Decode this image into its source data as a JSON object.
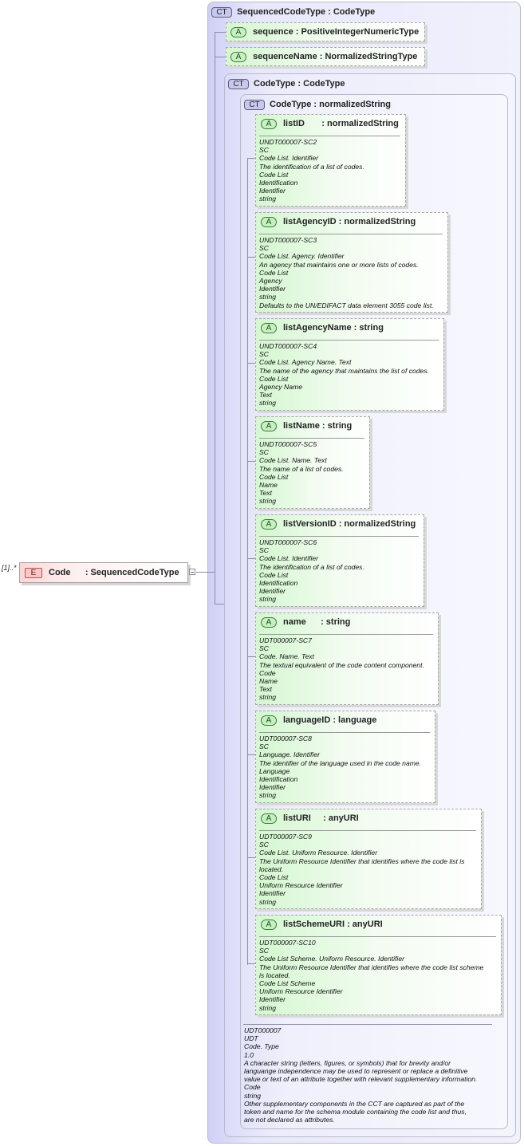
{
  "element": {
    "badge": "E",
    "name": "Code",
    "type": "SequencedCodeType",
    "label": "Code      : SequencedCodeType",
    "occurrence": "[1]..*"
  },
  "sequenced_code_type": {
    "badge": "CT",
    "title": "SequencedCodeType : CodeType",
    "attributes": [
      {
        "badge": "A",
        "label": "sequence : PositiveIntegerNumericType"
      },
      {
        "badge": "A",
        "label": "sequenceName : NormalizedStringType"
      }
    ]
  },
  "code_type_outer": {
    "badge": "CT",
    "title": "CodeType : CodeType"
  },
  "code_type_inner": {
    "badge": "CT",
    "title": "CodeType : normalizedString",
    "attributes": [
      {
        "badge": "A",
        "label": "listID       : normalizedString",
        "doc": [
          "UNDT000007-SC2",
          "SC",
          "Code List. Identifier",
          "The identification of a list of codes.",
          "Code List",
          "Identification",
          "Identifier",
          "string"
        ]
      },
      {
        "badge": "A",
        "label": "listAgencyID : normalizedString",
        "doc": [
          "UNDT000007-SC3",
          "SC",
          "Code List. Agency. Identifier",
          "An agency that maintains one or more lists of codes.",
          "Code List",
          "Agency",
          "Identifier",
          "string",
          "Defaults to the UN/EDIFACT data element 3055 code list."
        ]
      },
      {
        "badge": "A",
        "label": "listAgencyName : string",
        "doc": [
          "UNDT000007-SC4",
          "SC",
          "Code List. Agency Name. Text",
          "The name of the agency that maintains the list of codes.",
          "Code List",
          "Agency Name",
          "Text",
          "string"
        ]
      },
      {
        "badge": "A",
        "label": "listName : string",
        "doc": [
          "UNDT000007-SC5",
          "SC",
          "Code List. Name. Text",
          "The name of a list of codes.",
          "Code List",
          "Name",
          "Text",
          "string"
        ]
      },
      {
        "badge": "A",
        "label": "listVersionID : normalizedString",
        "doc": [
          "UNDT000007-SC6",
          "SC",
          "Code List. Identifier",
          "The identification of a list of codes.",
          "Code List",
          "Identification",
          "Identifier",
          "string"
        ]
      },
      {
        "badge": "A",
        "label": "name      : string",
        "doc": [
          "UDT000007-SC7",
          "SC",
          "Code. Name. Text",
          "The textual equivalent of the code content component.",
          "Code",
          "Name",
          "Text",
          "string"
        ]
      },
      {
        "badge": "A",
        "label": "languageID : language",
        "doc": [
          "UDT000007-SC8",
          "SC",
          "Language. Identifier",
          "The identifier of the language used in the code name.",
          "Language",
          "Identification",
          "Identifier",
          "string"
        ]
      },
      {
        "badge": "A",
        "label": "listURI     : anyURI",
        "doc": [
          "UDT000007-SC9",
          "SC",
          "Code List. Uniform Resource. Identifier",
          "The Uniform Resource Identifier that identifies where the code list is",
          "located.",
          "Code List",
          "Uniform Resource Identifier",
          "Identifier",
          "string"
        ]
      },
      {
        "badge": "A",
        "label": "listSchemeURI : anyURI",
        "doc": [
          "UDT000007-SC10",
          "SC",
          "Code List Scheme. Uniform Resource. Identifier",
          "The Uniform Resource Identifier that identifies where the code list scheme",
          "is located.",
          "Code List Scheme",
          "Uniform Resource Identifier",
          "Identifier",
          "string"
        ]
      }
    ],
    "doc": [
      "UDT000007",
      "UDT",
      "Code. Type",
      "1.0",
      "A character string (letters, figures, or symbols) that for brevity and/or",
      "languange independence may be used to represent or replace a definitive",
      "value or text of an attribute together with relevant supplementary information.",
      "Code",
      "string",
      "Other supplementary components in the CCT are captured as part of the",
      "token and name for the schema module containing the code list and thus,",
      "are not declared as attributes."
    ]
  }
}
